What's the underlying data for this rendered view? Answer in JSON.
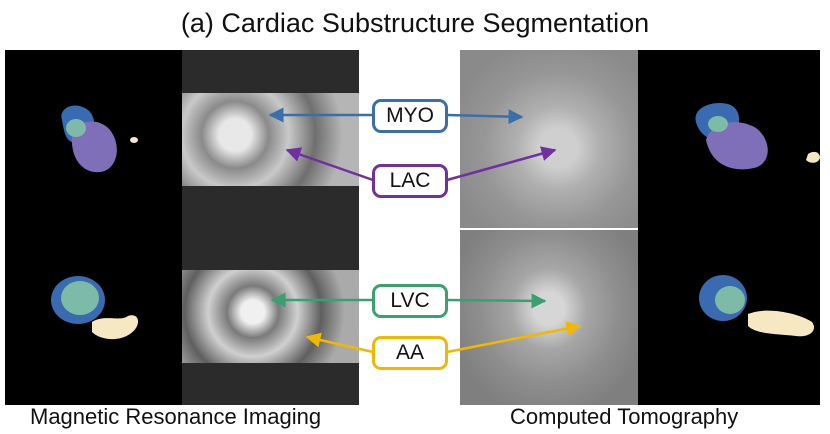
{
  "figure": {
    "title": "(a) Cardiac Substructure Segmentation",
    "labels": [
      {
        "id": "myo",
        "text": "MYO",
        "color": "#3a6fa8"
      },
      {
        "id": "lac",
        "text": "LAC",
        "color": "#7030a0"
      },
      {
        "id": "lvc",
        "text": "LVC",
        "color": "#3aa070"
      },
      {
        "id": "aa",
        "text": "AA",
        "color": "#f0b800"
      }
    ],
    "captions": {
      "mri": "Magnetic Resonance Imaging",
      "ct": "Computed Tomography"
    },
    "segment_colors": {
      "myo": "#3a6bb0",
      "lac": "#7f6fb8",
      "lvc": "#7dbba8",
      "aa": "#f7e8c4"
    }
  }
}
